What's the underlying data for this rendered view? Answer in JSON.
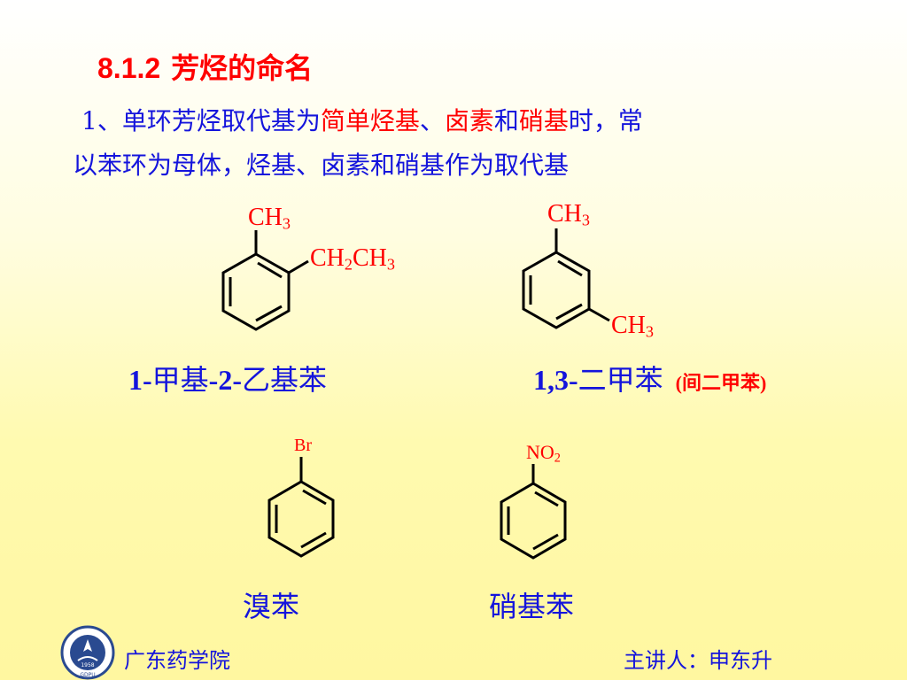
{
  "title": {
    "number": "8.1.2",
    "text": "芳烃的命名"
  },
  "paragraph": {
    "seg1": "1、单环芳烃取代基为",
    "seg2": "简单烃基",
    "seg3": "、",
    "seg4": "卤素",
    "seg5": "和",
    "seg6": "硝基",
    "seg7": "时，常",
    "line2": "以苯环为母体，烃基、卤素和硝基作为取代基"
  },
  "molecules": {
    "m1": {
      "sub1": "CH",
      "sub1_idx": "3",
      "sub2a": "CH",
      "sub2_idx1": "2",
      "sub2b": "CH",
      "sub2_idx2": "3",
      "name_a": "1-",
      "name_b": "甲基",
      "name_c": "-2-",
      "name_d": "乙基苯"
    },
    "m2": {
      "sub1": "CH",
      "sub1_idx": "3",
      "sub2": "CH",
      "sub2_idx": "3",
      "name_a": "1,3-",
      "name_b": "二甲苯",
      "alt_name": "(间二甲苯)"
    },
    "m3": {
      "sub": "Br",
      "name": "溴苯"
    },
    "m4": {
      "sub": "NO",
      "sub_idx": "2",
      "name": "硝基苯"
    }
  },
  "footer": {
    "institution": "广东药学院",
    "lecturer": "主讲人：申东升",
    "logo_year": "1958",
    "logo_abbrev": "GDPU"
  }
}
